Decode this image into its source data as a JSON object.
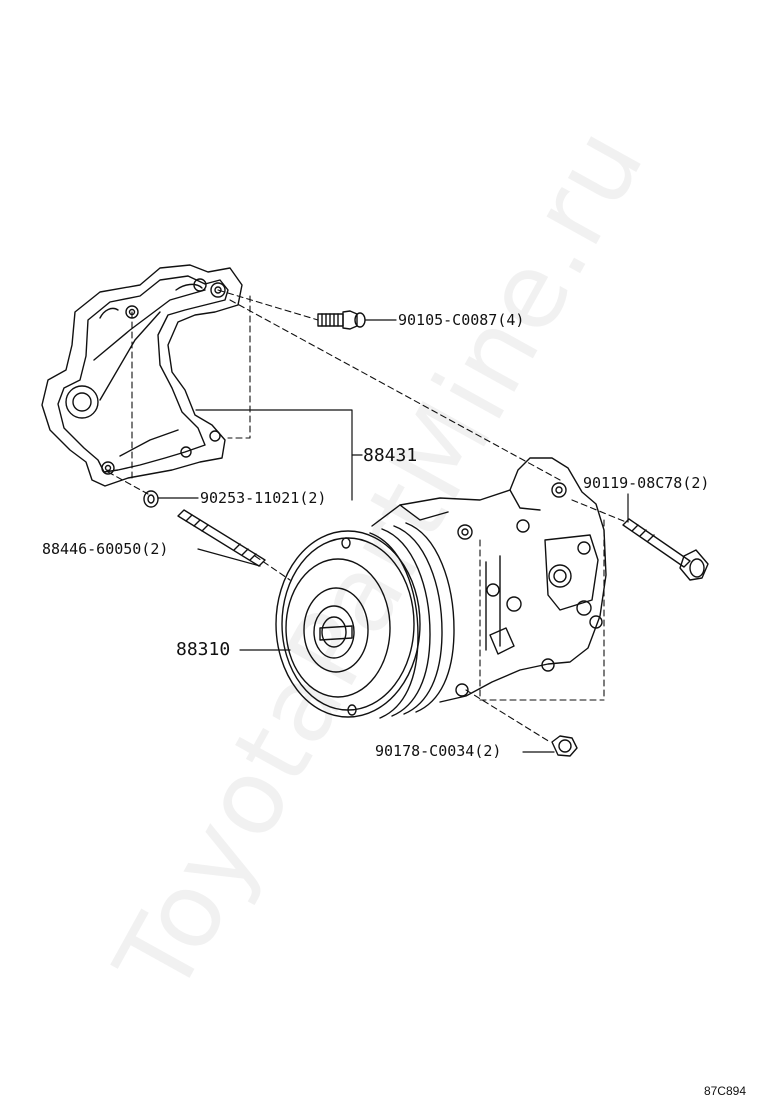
{
  "watermark": "ToyotaPartMine.ru",
  "figure_code": "87C894",
  "parts": {
    "bolt_top": "90105-C0087(4)",
    "bracket": "88431",
    "nut_small": "90253-11021(2)",
    "bolt_right": "90119-08C78(2)",
    "stud": "88446-60050(2)",
    "compressor": "88310",
    "nut_bottom": "90178-C0034(2)"
  }
}
